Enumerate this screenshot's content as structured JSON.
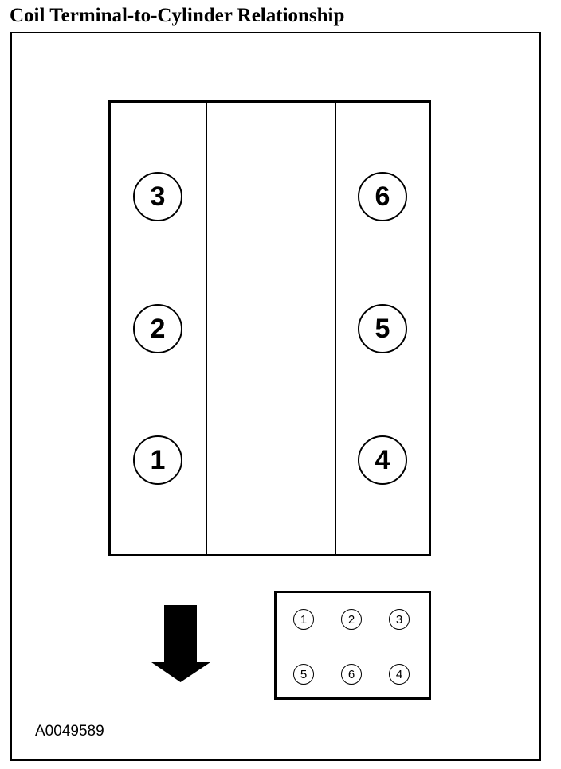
{
  "title": "Coil Terminal-to-Cylinder Relationship",
  "engine_block": {
    "left_bank": {
      "cylinders": [
        "3",
        "2",
        "1"
      ]
    },
    "right_bank": {
      "cylinders": [
        "6",
        "5",
        "4"
      ]
    }
  },
  "coil_pack": {
    "top_row": [
      "1",
      "2",
      "3"
    ],
    "bottom_row": [
      "5",
      "6",
      "4"
    ]
  },
  "front_arrow": {
    "icon": "arrow-down-icon",
    "color": "#000000"
  },
  "figure_id": "A0049589"
}
